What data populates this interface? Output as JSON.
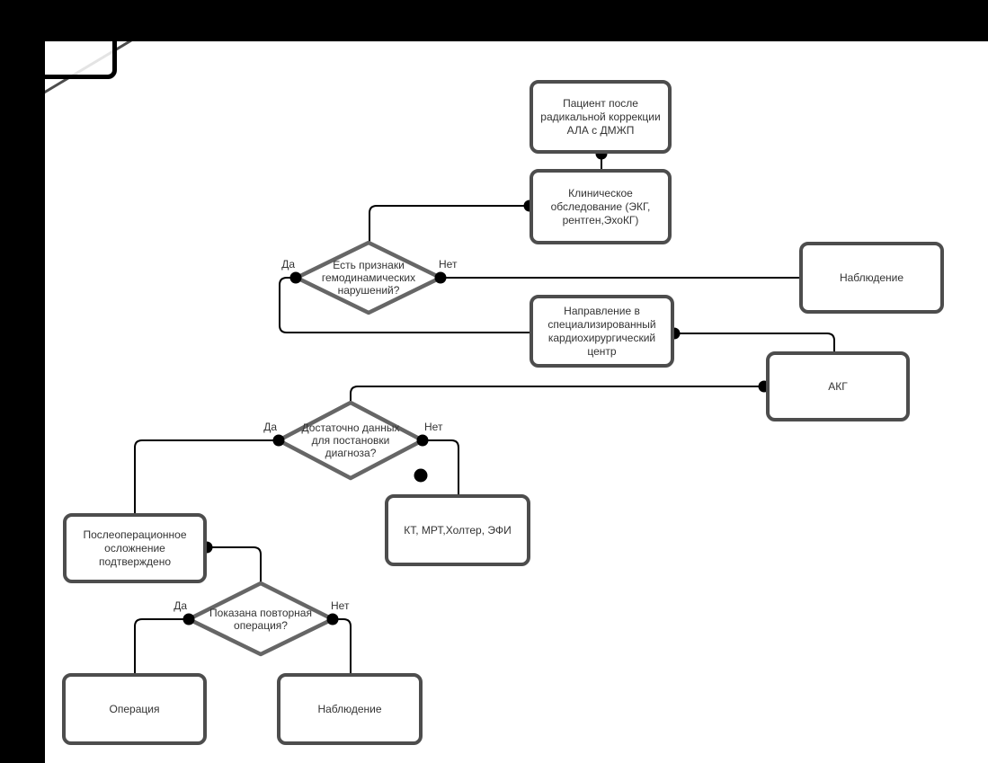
{
  "diagram": {
    "background": "#ffffff",
    "frame_color": "#000000",
    "box_border_color": "#4d4d4d",
    "diamond_border_color": "#666666",
    "edge_color": "#000000",
    "text_color": "#333333",
    "nodes": {
      "patient": "Пациент после радикальной коррекции АЛА с ДМЖП",
      "clinical": "Клиническое обследование (ЭКГ, рентген,ЭхоКГ)",
      "observation1": "Наблюдение",
      "referral": "Направление в специализированный кардиохирургический центр",
      "akg": "АКГ",
      "kt": "КТ, МРТ,Холтер, ЭФИ",
      "postop": "Послеоперационное осложнение подтверждено",
      "operation": "Операция",
      "observation2": "Наблюдение"
    },
    "decisions": {
      "hemodynamic": "Есть признаки гемодинамических нарушений?",
      "enough_data": "Достаточно данных для постановки диагноза?",
      "reoperation": "Показана повторная операция?"
    },
    "branch_labels": {
      "yes": "Да",
      "no": "Нет"
    }
  }
}
